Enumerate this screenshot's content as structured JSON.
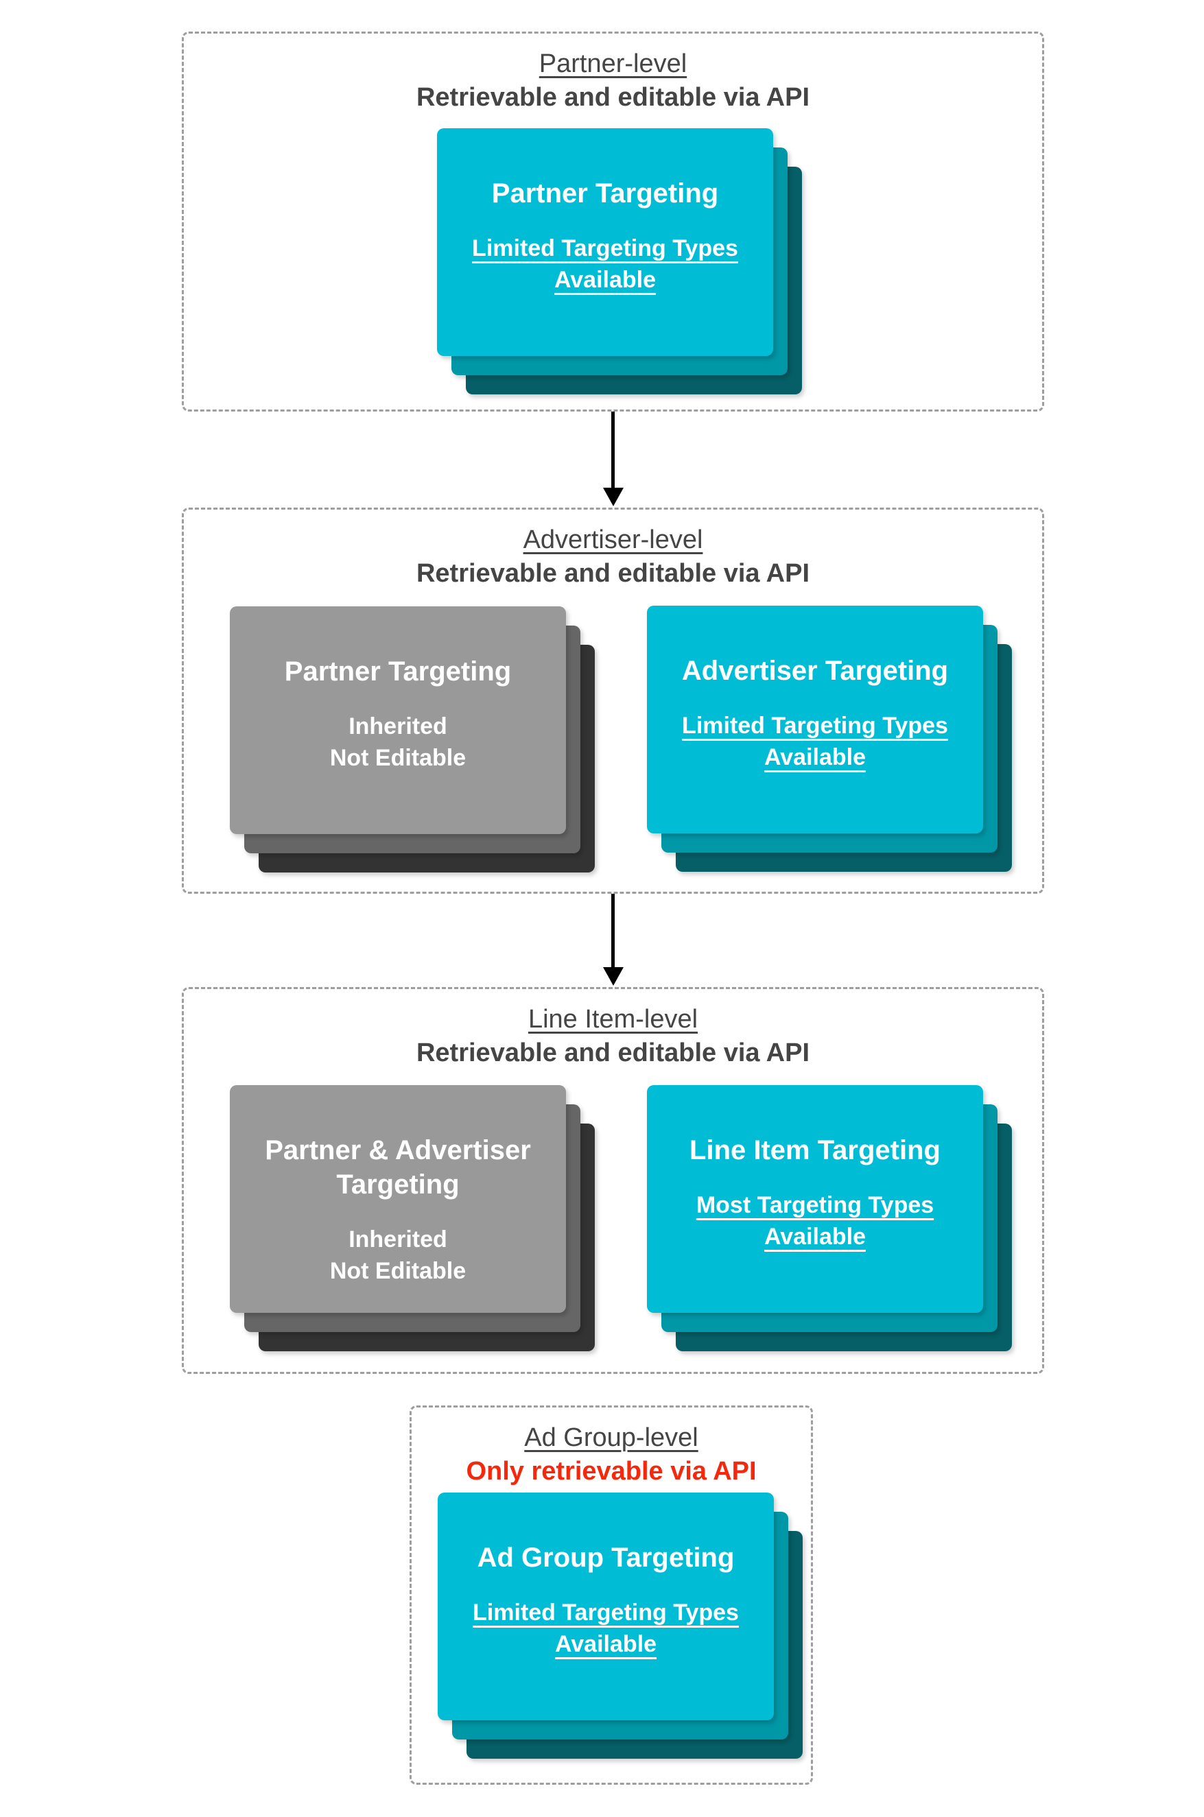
{
  "colors": {
    "teal_front": "#00BCD4",
    "teal_mid": "#0097A7",
    "teal_back": "#065F66",
    "gray_front": "#999999",
    "gray_mid": "#666666",
    "gray_back": "#333333",
    "heading": "#454545",
    "red": "#F4280C",
    "border": "#9E9E9E",
    "arrow": "#000000",
    "card_text": "#FFFFFF"
  },
  "sections": [
    {
      "title": "Partner-level",
      "subtitle": "Retrievable and editable via API",
      "subtitle_color": "#454545",
      "cards": [
        {
          "variant": "teal",
          "title_lines": [
            "Partner Targeting"
          ],
          "sub_lines": [
            "Limited Targeting Types",
            "Available"
          ],
          "sub_underlined": true
        }
      ]
    },
    {
      "title": "Advertiser-level",
      "subtitle": "Retrievable and editable via API",
      "subtitle_color": "#454545",
      "cards": [
        {
          "variant": "gray",
          "title_lines": [
            "Partner Targeting"
          ],
          "sub_lines": [
            "Inherited",
            "Not Editable"
          ],
          "sub_underlined": false
        },
        {
          "variant": "teal",
          "title_lines": [
            "Advertiser Targeting"
          ],
          "sub_lines": [
            "Limited Targeting Types",
            "Available"
          ],
          "sub_underlined": true
        }
      ]
    },
    {
      "title": "Line Item-level",
      "subtitle": "Retrievable and editable via API",
      "subtitle_color": "#454545",
      "cards": [
        {
          "variant": "gray",
          "title_lines": [
            "Partner & Advertiser",
            "Targeting"
          ],
          "sub_lines": [
            "Inherited",
            "Not Editable"
          ],
          "sub_underlined": false
        },
        {
          "variant": "teal",
          "title_lines": [
            "Line Item Targeting"
          ],
          "sub_lines": [
            "Most Targeting Types",
            "Available"
          ],
          "sub_underlined": true
        }
      ]
    },
    {
      "title": "Ad Group-level",
      "subtitle": "Only retrievable via API",
      "subtitle_color": "#F4280C",
      "cards": [
        {
          "variant": "teal",
          "title_lines": [
            "Ad Group Targeting"
          ],
          "sub_lines": [
            "Limited Targeting Types",
            "Available"
          ],
          "sub_underlined": true
        }
      ]
    }
  ]
}
